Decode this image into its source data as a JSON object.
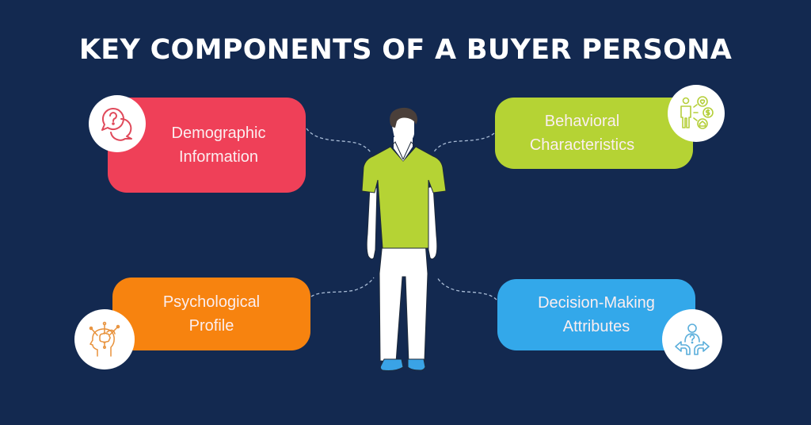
{
  "title": "KEY COMPONENTS OF A BUYER PERSONA",
  "components": [
    {
      "label": "Demographic\nInformation",
      "color": "#ef4058",
      "icon": "chat-question-icon"
    },
    {
      "label": "Behavioral\nCharacteristics",
      "color": "#b5d334",
      "icon": "person-preferences-icon"
    },
    {
      "label": "Psychological\nProfile",
      "color": "#f7830f",
      "icon": "head-brain-network-icon"
    },
    {
      "label": "Decision-Making\nAttributes",
      "color": "#33a8ea",
      "icon": "person-crossroads-icon"
    }
  ],
  "colors": {
    "background": "#132950",
    "figure_shirt": "#b5d334",
    "figure_hair": "#4a3f3a",
    "figure_shoes": "#3aa3e6",
    "connector": "#a9bcd6"
  }
}
